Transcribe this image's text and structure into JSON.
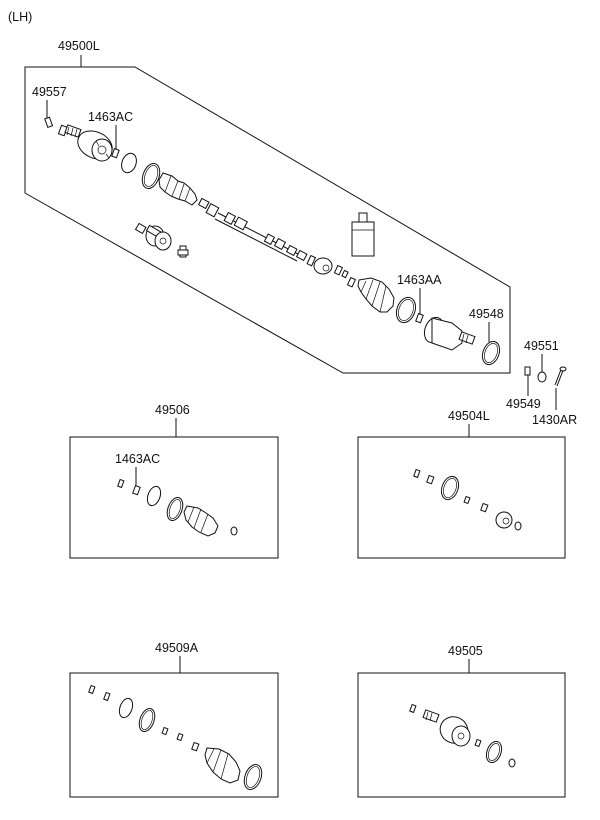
{
  "side_label": "(LH)",
  "labels": {
    "assembly": "49500L",
    "p49557": "49557",
    "p1463ac_top": "1463AC",
    "p1463aa": "1463AA",
    "p49548": "49548",
    "p49551": "49551",
    "p49549": "49549",
    "p1430ar": "1430AR",
    "kit_49506": "49506",
    "kit_49506_sub": "1463AC",
    "kit_49504l": "49504L",
    "kit_49509a": "49509A",
    "kit_49505": "49505"
  }
}
